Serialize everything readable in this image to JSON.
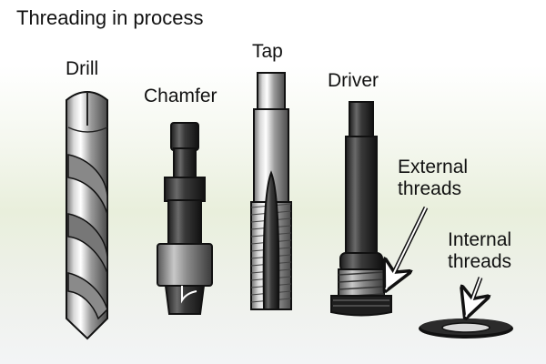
{
  "title": "Threading in process",
  "tools": {
    "drill": "Drill",
    "chamfer": "Chamfer",
    "tap": "Tap",
    "driver": "Driver"
  },
  "callouts": {
    "external": [
      "External",
      "threads"
    ],
    "internal": [
      "Internal",
      "threads"
    ]
  }
}
